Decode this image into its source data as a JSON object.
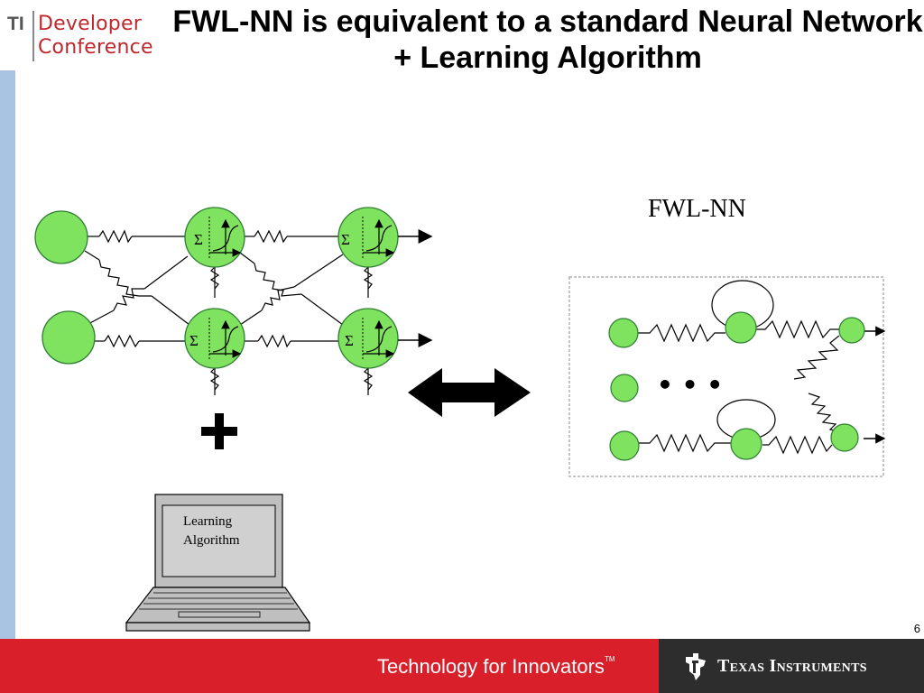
{
  "header": {
    "logo_ti": "TI",
    "logo_word1": "Developer",
    "logo_word2": "Conference"
  },
  "slide": {
    "title": "FWL-NN is equivalent to a standard Neural Network + Learning Algorithm",
    "page_number": "6"
  },
  "diagram": {
    "fwl_label": "FWL-NN",
    "neuron_sum_symbol": "Σ",
    "laptop_label_line1": "Learning",
    "laptop_label_line2": "Algorithm",
    "ellipsis": "• • •",
    "node_color": "#7fe35f",
    "node_stroke": "#2e7d32"
  },
  "footer": {
    "tagline": "Technology for Innovators",
    "tagline_tm": "TM",
    "company": "Texas Instruments",
    "red_color": "#d81f2a",
    "dark_color": "#2d2d2d"
  }
}
